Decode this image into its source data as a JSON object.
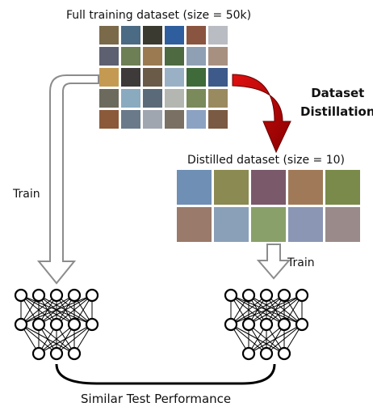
{
  "full_dataset": {
    "title": "Full training dataset (size = 50k)",
    "tiles": [
      [
        "#7a6a4a",
        "#4b6a84",
        "#3a3a30",
        "#2f5e9e",
        "#8a5540",
        "#b9bcc2"
      ],
      [
        "#5c6070",
        "#6d7f55",
        "#9b7a52",
        "#4d6a40",
        "#8fa0b4",
        "#a89080"
      ],
      [
        "#c49a52",
        "#3e3a3a",
        "#6a5a48",
        "#9ab0c4",
        "#3f6a3a",
        "#3d5a8a"
      ],
      [
        "#6b6a5c",
        "#8aaac0",
        "#5a6a78",
        "#b4b6b2",
        "#7a8a5a",
        "#9a8a60"
      ],
      [
        "#8a5a3a",
        "#6a7a8a",
        "#a0a6b0",
        "#7a7064",
        "#8ca2c2",
        "#7a5a42"
      ]
    ]
  },
  "distillation_label": [
    "Dataset",
    "Distillation"
  ],
  "distilled_dataset": {
    "title": "Distilled dataset (size = 10)",
    "tiles": [
      [
        "#6f8fb4",
        "#8a8a52",
        "#7a5a6a",
        "#a07a58",
        "#7a8a4a"
      ],
      [
        "#9a7a6a",
        "#8aa0b8",
        "#8aa06a",
        "#8a96b4",
        "#9a8a8a"
      ]
    ]
  },
  "train_label_left": "Train",
  "train_label_right": "Train",
  "result_label": "Similar Test Performance",
  "colors": {
    "red_arrow": "#c00000",
    "gray_arrow": "#8c8c8c",
    "network": "#000000"
  }
}
